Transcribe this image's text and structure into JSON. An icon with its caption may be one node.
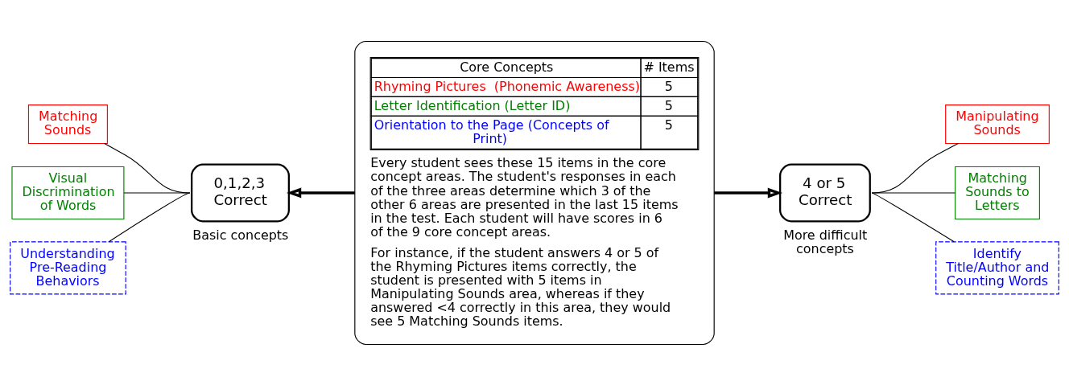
{
  "diagram": {
    "nodes": [
      {
        "text": [
          "Matching Sounds"
        ]
      },
      {
        "text": [
          "Visual Discrimination of Words"
        ]
      },
      {
        "text": [
          "Understanding Pre-Reading Behaviors"
        ]
      },
      {
        "text": [
          "0,1,2,3 Correct"
        ],
        "beside": [
          "Basic concepts"
        ]
      },
      {
        "text": [
          "Core Concepts",
          "# Items",
          "Rhyming Pictures  (Phonemic Awareness)",
          "5",
          "Letter Identification (Letter ID)",
          "5",
          "Orientation to the Page (Concepts of Print)",
          "5",
          "Every student sees these 15 items in the core concept areas. The student's responses in each of the three areas determine which 3 of the other 6 areas are presented in the last 15 items in the test. Each student will have scores in 6 of the 9 core concept areas.",
          "For instance, if the student answers 4 or 5 of the Rhyming Pictures items correctly, the student is presented with 5 items in Manipulating Sounds area, whereas if they answered <4 correctly in this area, they would see 5 Matching Sounds items."
        ]
      },
      {
        "text": [
          "4 or 5 Correct"
        ],
        "beside": [
          "More difficult concepts"
        ]
      },
      {
        "text": [
          "Manipulating Sounds"
        ]
      },
      {
        "text": [
          "Matching Sounds to Letters"
        ]
      },
      {
        "text": [
          "Identify Title/Author and Counting Words"
        ]
      }
    ],
    "edges": [
      {
        "from": 0,
        "to": 3,
        "arrow": "none"
      },
      {
        "from": 1,
        "to": 3,
        "arrow": "none"
      },
      {
        "from": 2,
        "to": 3,
        "arrow": "none"
      },
      {
        "from": 4,
        "to": 3,
        "arrow": "to",
        "style": "thick"
      },
      {
        "from": 4,
        "to": 5,
        "arrow": "to",
        "style": "thick"
      },
      {
        "from": 5,
        "to": 6,
        "arrow": "none"
      },
      {
        "from": 5,
        "to": 7,
        "arrow": "none"
      },
      {
        "from": 5,
        "to": 8,
        "arrow": "none"
      }
    ]
  }
}
